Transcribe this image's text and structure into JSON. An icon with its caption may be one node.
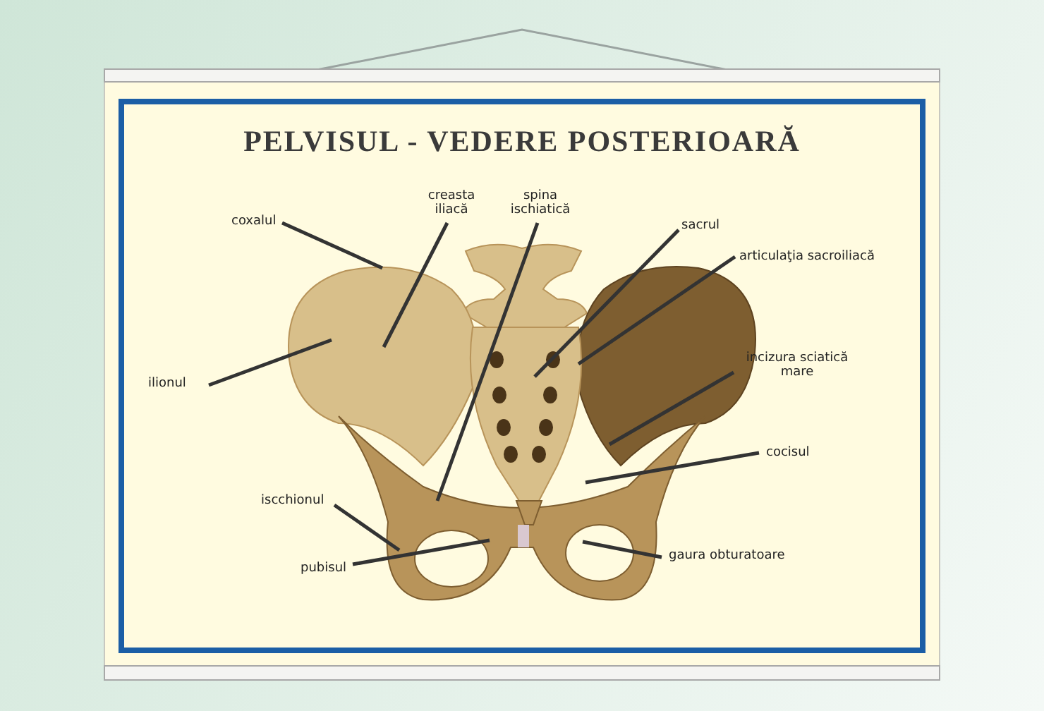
{
  "diagram": {
    "title": "PELVISUL - VEDERE POSTERIOARĂ",
    "nodes": [
      {
        "text": [
          "coxalul"
        ]
      },
      {
        "text": [
          "creasta iliacă"
        ]
      },
      {
        "text": [
          "spina ischiatică"
        ]
      },
      {
        "text": [
          "sacrul"
        ]
      },
      {
        "text": [
          "articulaţia sacroiliacă"
        ]
      },
      {
        "text": [
          "incizura sciatică mare"
        ]
      },
      {
        "text": [
          "ilionul"
        ]
      },
      {
        "text": [
          "cocisul"
        ]
      },
      {
        "text": [
          "iscchionul"
        ]
      },
      {
        "text": [
          "pubisul"
        ]
      },
      {
        "text": [
          "gaura obturatoare"
        ]
      }
    ],
    "edges": [
      {
        "from": 0,
        "to": null,
        "arrow": "none"
      },
      {
        "from": 1,
        "to": null,
        "arrow": "none"
      },
      {
        "from": 2,
        "to": null,
        "arrow": "none"
      },
      {
        "from": 3,
        "to": null,
        "arrow": "none"
      },
      {
        "from": 4,
        "to": null,
        "arrow": "none"
      },
      {
        "from": 5,
        "to": null,
        "arrow": "none"
      },
      {
        "from": 6,
        "to": null,
        "arrow": "none"
      },
      {
        "from": 7,
        "to": null,
        "arrow": "none"
      },
      {
        "from": 8,
        "to": null,
        "arrow": "none"
      },
      {
        "from": 9,
        "to": null,
        "arrow": "none"
      },
      {
        "from": 10,
        "to": null,
        "arrow": "none"
      }
    ]
  }
}
